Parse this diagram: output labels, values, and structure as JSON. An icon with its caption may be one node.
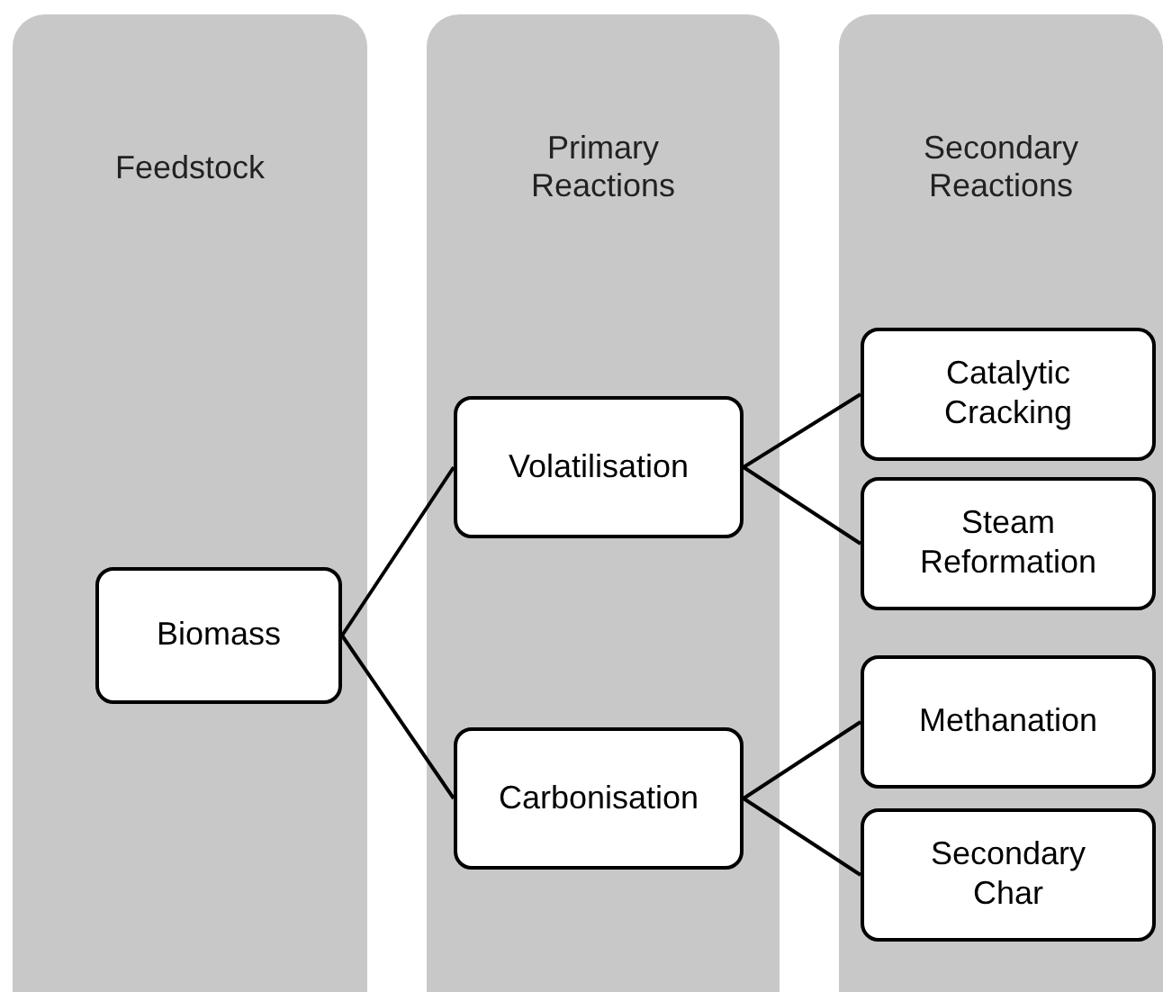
{
  "diagram": {
    "nodes": [
      {
        "text": [
          "Feedstock"
        ]
      },
      {
        "text": [
          "Primary Reactions"
        ]
      },
      {
        "text": [
          "Secondary Reactions"
        ]
      },
      {
        "text": [
          "Biomass"
        ],
        "in": 0
      },
      {
        "text": [
          "Volatilisation"
        ],
        "in": 1
      },
      {
        "text": [
          "Carbonisation"
        ],
        "in": 1
      },
      {
        "text": [
          "Catalytic Cracking"
        ],
        "in": 2
      },
      {
        "text": [
          "Steam Reformation"
        ],
        "in": 2
      },
      {
        "text": [
          "Methanation"
        ],
        "in": 2
      },
      {
        "text": [
          "Secondary Char"
        ],
        "in": 2
      }
    ],
    "edges": [
      {
        "from": 3,
        "to": 4,
        "arrow": "none"
      },
      {
        "from": 3,
        "to": 5,
        "arrow": "none"
      },
      {
        "from": 4,
        "to": 6,
        "arrow": "none"
      },
      {
        "from": 4,
        "to": 7,
        "arrow": "none"
      },
      {
        "from": 5,
        "to": 8,
        "arrow": "none"
      },
      {
        "from": 5,
        "to": 9,
        "arrow": "none"
      }
    ]
  }
}
